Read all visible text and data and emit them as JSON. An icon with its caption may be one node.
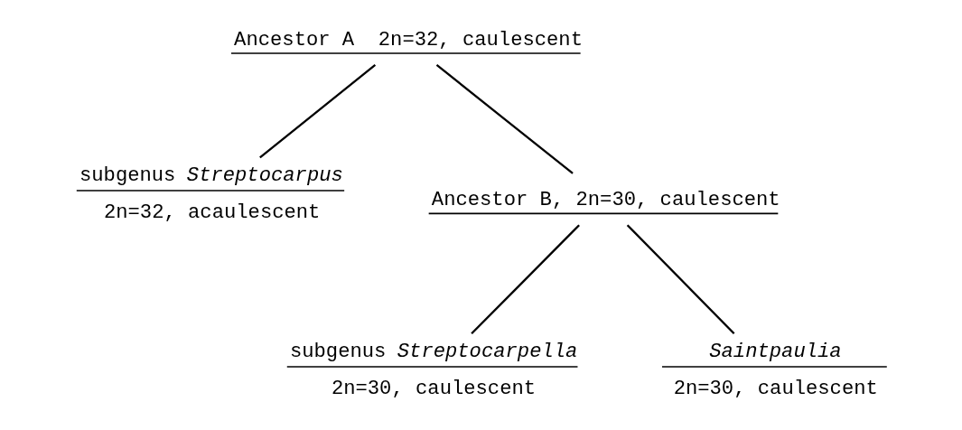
{
  "diagram": {
    "nodes": [
      {
        "text": [
          "Ancestor A  2n=32, caulescent"
        ]
      },
      {
        "text": [
          "subgenus *Streptocarpus*",
          "2n=32, acaulescent"
        ]
      },
      {
        "text": [
          "Ancestor B, 2n=30, caulescent"
        ]
      },
      {
        "text": [
          "subgenus *Streptocarpella*",
          "2n=30, caulescent"
        ]
      },
      {
        "text": [
          "*Saintpaulia*",
          "2n=30, caulescent"
        ]
      }
    ],
    "edges": [
      {
        "from": 0,
        "to": 1,
        "arrow": "none"
      },
      {
        "from": 0,
        "to": 2,
        "arrow": "none"
      },
      {
        "from": 2,
        "to": 3,
        "arrow": "none"
      },
      {
        "from": 2,
        "to": 4,
        "arrow": "none"
      }
    ]
  }
}
